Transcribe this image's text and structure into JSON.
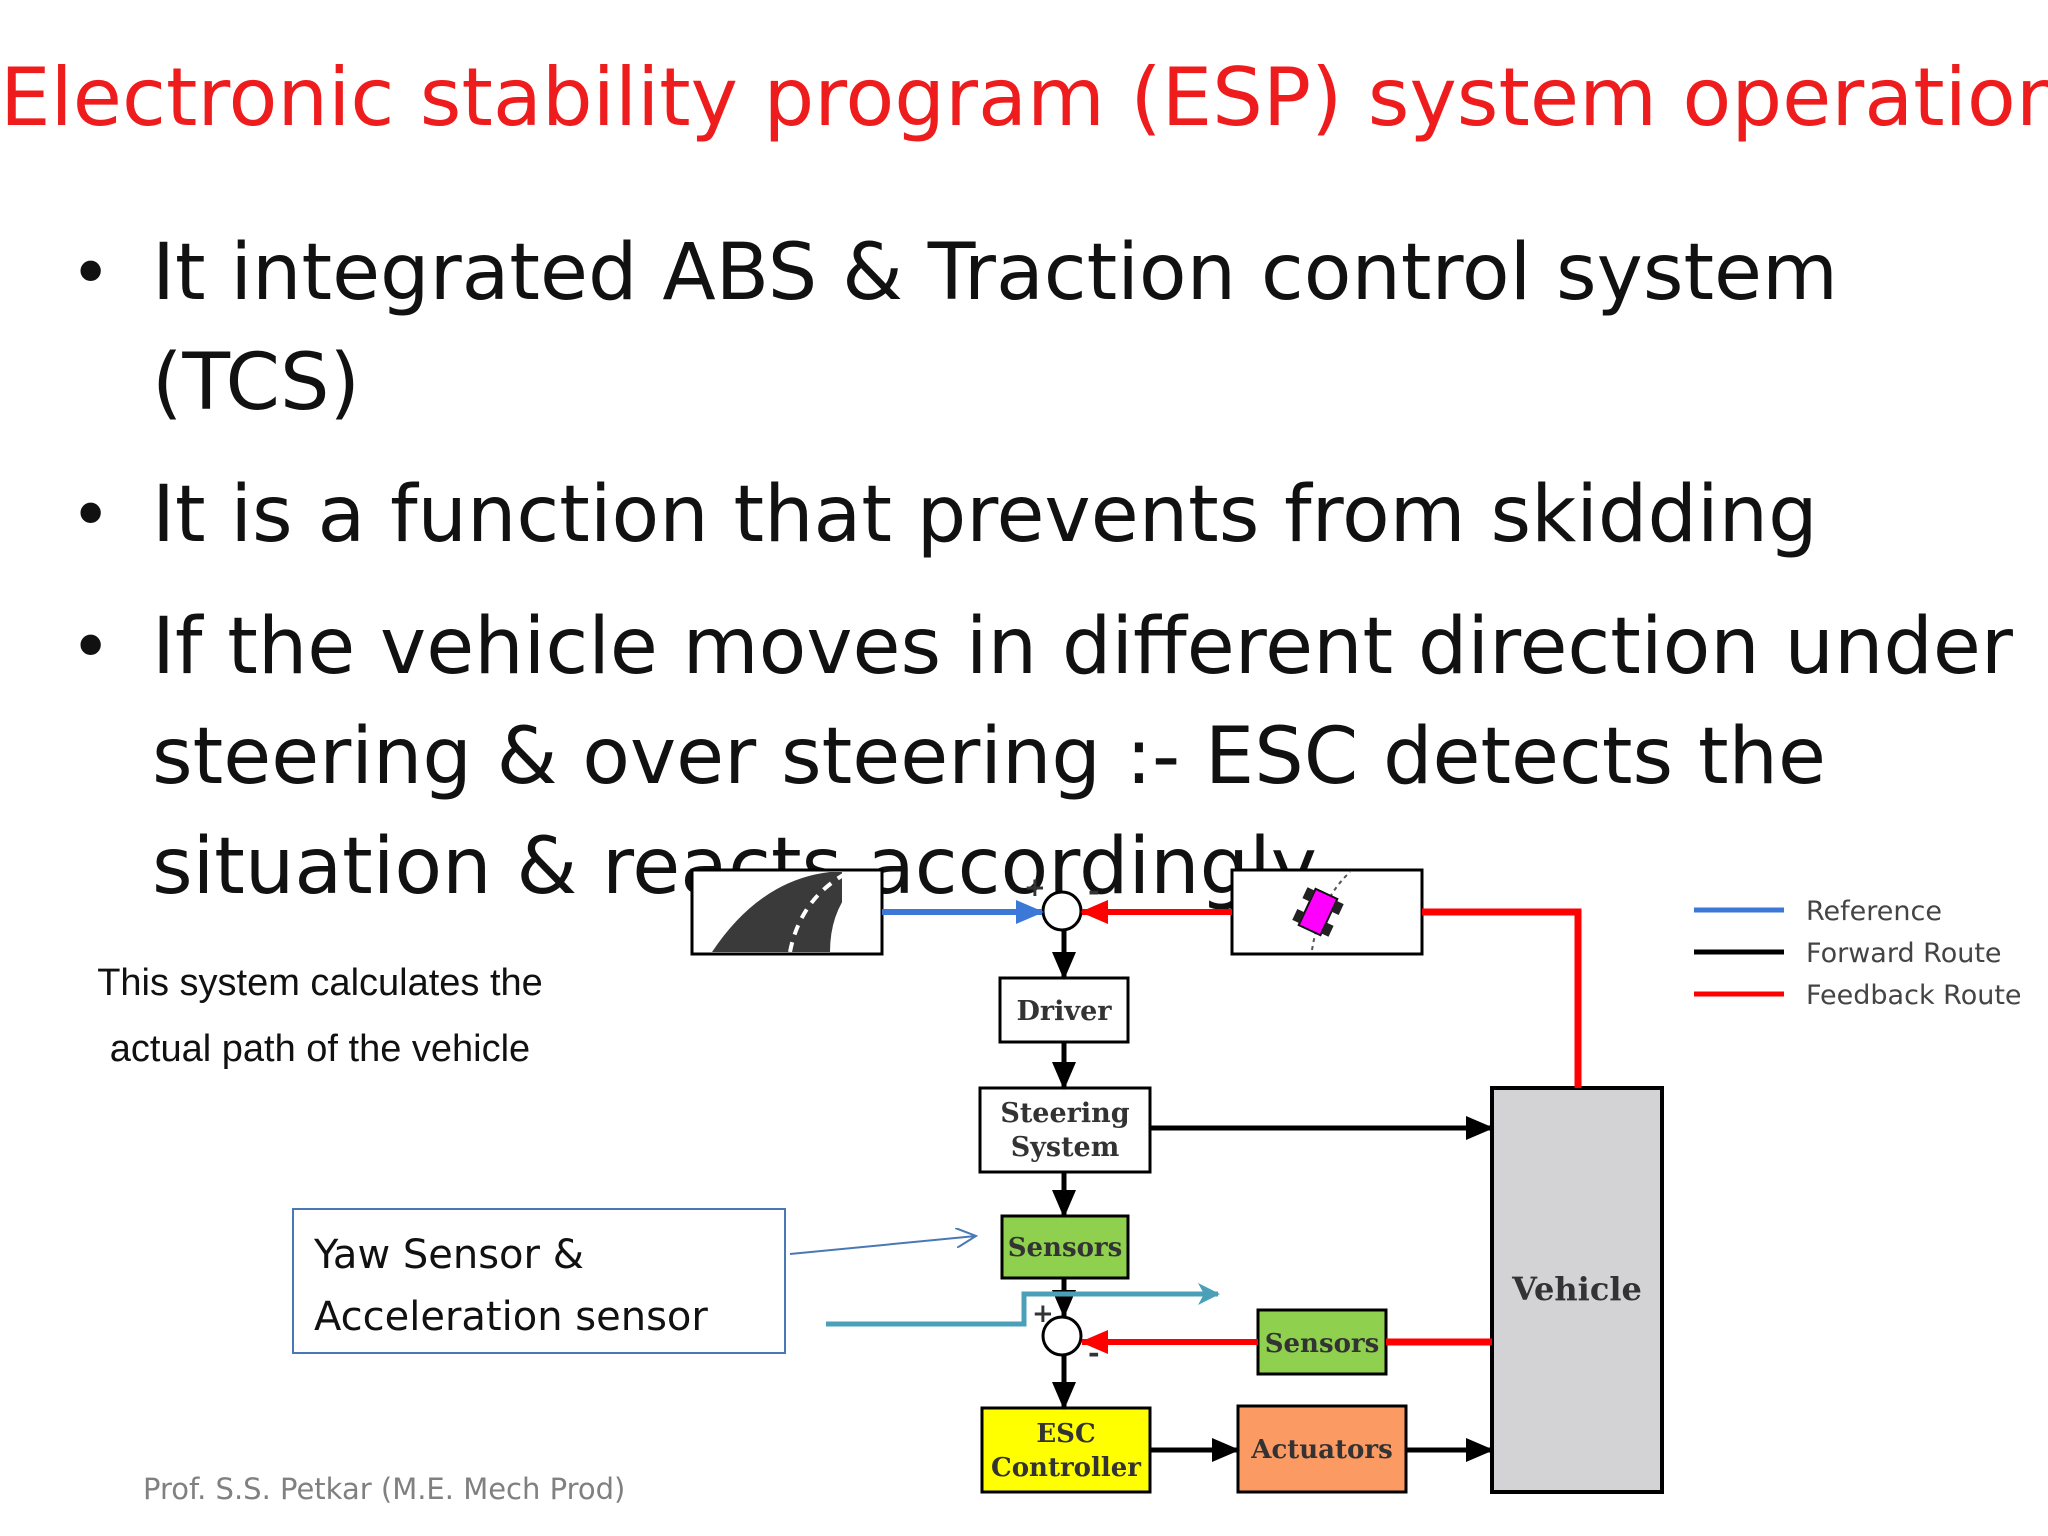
{
  "title": "Electronic stability program (ESP) system operation",
  "bullets": [
    {
      "lines": [
        "It integrated ABS & Traction control system (TCS)"
      ]
    },
    {
      "lines": [
        "It is a function that prevents from skidding"
      ]
    },
    {
      "lines": [
        "If the vehicle moves in different direction under",
        "steering & over steering :- ESC detects the",
        "situation & reacts accordingly."
      ]
    }
  ],
  "side_note": {
    "lines": [
      "This system calculates the",
      "actual path of the vehicle"
    ]
  },
  "callout": {
    "lines": [
      "Yaw Sensor &",
      "Acceleration sensor"
    ]
  },
  "diagram": {
    "blocks": {
      "driver": "Driver",
      "steering": [
        "Steering",
        "System"
      ],
      "sensors_main": "Sensors",
      "sensors_feedback": "Sensors",
      "esc_controller": [
        "ESC",
        "Controller"
      ],
      "actuators": "Actuators",
      "vehicle": "Vehicle"
    },
    "signs": {
      "plus": "+",
      "minus": "-"
    },
    "legend": [
      {
        "label": "Reference",
        "color": "#3b78d8"
      },
      {
        "label": "Forward Route",
        "color": "#000000"
      },
      {
        "label": "Feedback Route",
        "color": "#ff0000"
      }
    ],
    "colors": {
      "reference": "#3b78d8",
      "forward": "#000000",
      "feedback": "#ff0000",
      "sensor_fill": "#8fd04e",
      "esc_fill": "#ffff00",
      "actuator_fill": "#fb9a63",
      "vehicle_fill": "#d3d3d6",
      "car_fill": "#ff00ff",
      "yaw_signal": "#4aa0b8"
    }
  },
  "footer": "Prof. S.S. Petkar (M.E. Mech Prod)"
}
